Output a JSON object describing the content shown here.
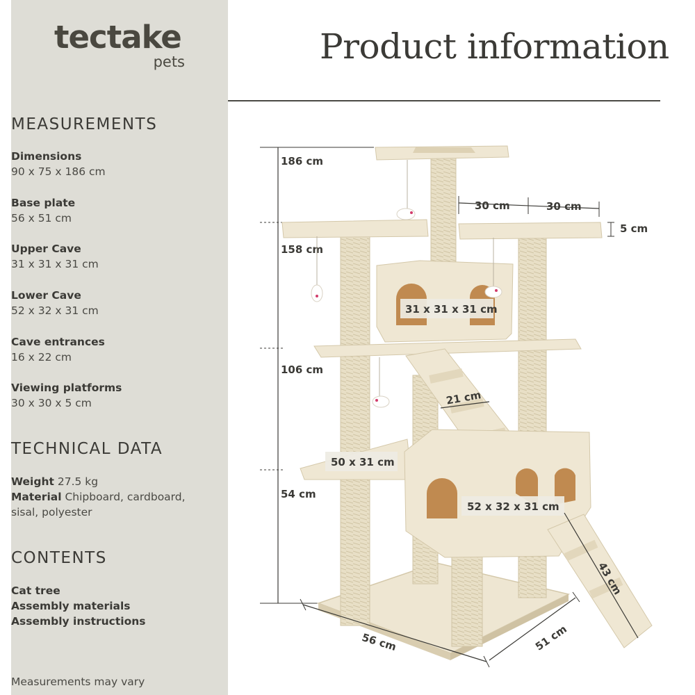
{
  "brand": {
    "name": "tectake",
    "sub": "pets"
  },
  "title": "Product information",
  "measurements": {
    "heading": "MEASUREMENTS",
    "items": [
      {
        "label": "Dimensions",
        "value": "90 x 75 x 186 cm"
      },
      {
        "label": "Base plate",
        "value": "56 x 51 cm"
      },
      {
        "label": "Upper Cave",
        "value": "31 x 31 x 31 cm"
      },
      {
        "label": "Lower Cave",
        "value": "52 x 32 x 31 cm"
      },
      {
        "label": "Cave entrances",
        "value": "16 x 22 cm"
      },
      {
        "label": "Viewing platforms",
        "value": "30 x 30 x 5 cm"
      }
    ]
  },
  "technical": {
    "heading": "TECHNICAL DATA",
    "weight_label": "Weight",
    "weight_value": "27.5 kg",
    "material_label": "Material",
    "material_value_1": "Chipboard, cardboard,",
    "material_value_2": "sisal, polyester"
  },
  "contents": {
    "heading": "CONTENTS",
    "items": [
      "Cat tree",
      "Assembly materials",
      "Assembly instructions"
    ]
  },
  "footnote": "Measurements may vary",
  "illustration": {
    "heights": [
      "186 cm",
      "158 cm",
      "106 cm",
      "54 cm"
    ],
    "platform_width_left": "30 cm",
    "platform_width_right": "30 cm",
    "platform_thickness": "5 cm",
    "upper_cave": "31 x 31 x 31 cm",
    "ladder_width": "21 cm",
    "lower_platform": "50 x 31 cm",
    "lower_cave": "52 x 32 x 31 cm",
    "ramp_length": "43 cm",
    "base_width": "56 cm",
    "base_depth": "51 cm",
    "colors": {
      "plush": "#efe7d3",
      "plush_shade": "#ddd1b4",
      "sisal": "#e6dcc2",
      "cave_inside": "#c08a50",
      "line": "#3b3a36"
    }
  }
}
